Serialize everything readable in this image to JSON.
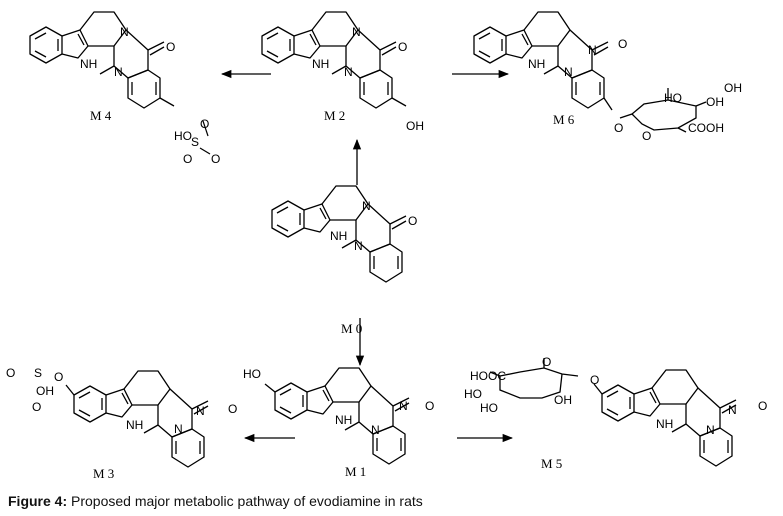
{
  "figure": {
    "caption_label": "Figure 4:",
    "caption_text": " Proposed major metabolic pathway of evodiamine in rats"
  },
  "metabolites": {
    "m0": "M 0",
    "m1": "M 1",
    "m2": "M 2",
    "m3": "M 3",
    "m4": "M 4",
    "m5": "M 5",
    "m6": "M 6"
  },
  "atoms": {
    "n": "N",
    "nh": "NH",
    "h": "H",
    "o": "O",
    "oh": "OH",
    "ho": "HO",
    "s": "S",
    "cooh": "COOH",
    "hooc": "HOOC"
  }
}
